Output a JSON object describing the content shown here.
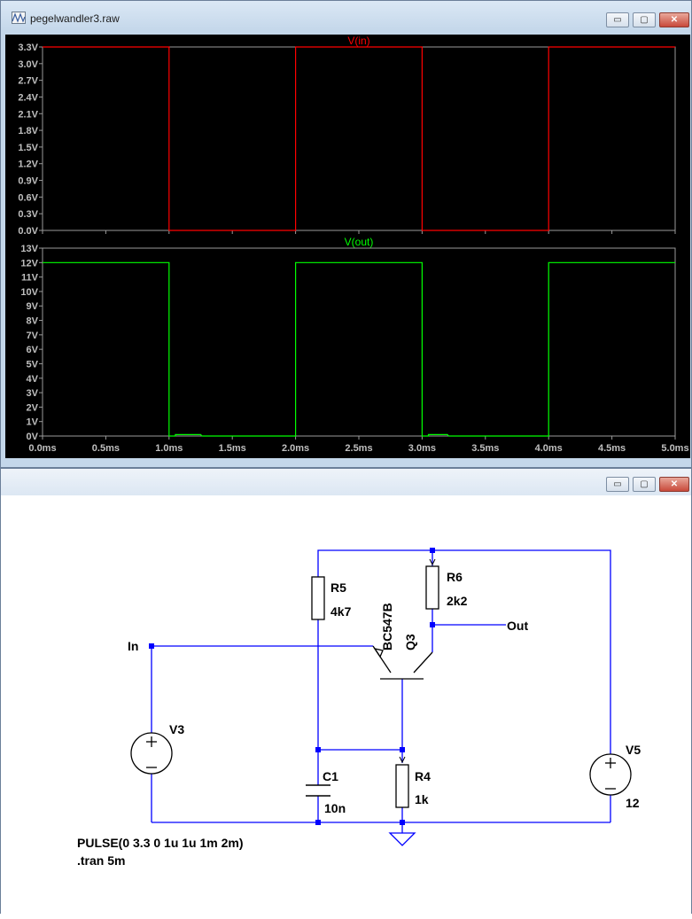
{
  "plot_window": {
    "title": "pegelwandler3.raw",
    "controls": {
      "minimize": "▭",
      "maximize": "▢",
      "close": "✕"
    }
  },
  "schematic_window": {
    "controls": {
      "minimize": "▭",
      "maximize": "▢",
      "close": "✕"
    }
  },
  "colors": {
    "vin_trace": "#ff0000",
    "vout_trace": "#00ff00",
    "grid": "#9a9a9a",
    "wire": "#0000ff",
    "component": "#000000",
    "junction": "#0000ff"
  },
  "chart_data": [
    {
      "type": "line",
      "title": "V(in)",
      "ylim": [
        0,
        3.3
      ],
      "xlim": [
        0,
        5.0
      ],
      "y_ticks": [
        "0.0V",
        "0.3V",
        "0.6V",
        "0.9V",
        "1.2V",
        "1.5V",
        "1.8V",
        "2.1V",
        "2.4V",
        "2.7V",
        "3.0V",
        "3.3V"
      ],
      "x_ticks": [
        "0.0ms",
        "0.5ms",
        "1.0ms",
        "1.5ms",
        "2.0ms",
        "2.5ms",
        "3.0ms",
        "3.5ms",
        "4.0ms",
        "4.5ms",
        "5.0ms"
      ],
      "series": [
        {
          "name": "V(in)",
          "color": "#ff0000",
          "x": [
            0,
            1.0,
            1.0,
            2.0,
            2.0,
            3.0,
            3.0,
            4.0,
            4.0,
            5.0
          ],
          "y": [
            3.3,
            3.3,
            0,
            0,
            3.3,
            3.3,
            0,
            0,
            3.3,
            3.3
          ]
        }
      ]
    },
    {
      "type": "line",
      "title": "V(out)",
      "ylim": [
        0,
        13
      ],
      "xlim": [
        0,
        5.0
      ],
      "y_ticks": [
        "0V",
        "1V",
        "2V",
        "3V",
        "4V",
        "5V",
        "6V",
        "7V",
        "8V",
        "9V",
        "10V",
        "11V",
        "12V",
        "13V"
      ],
      "x_ticks": [
        "0.0ms",
        "0.5ms",
        "1.0ms",
        "1.5ms",
        "2.0ms",
        "2.5ms",
        "3.0ms",
        "3.5ms",
        "4.0ms",
        "4.5ms",
        "5.0ms"
      ],
      "series": [
        {
          "name": "V(out)",
          "color": "#00ff00",
          "x": [
            0,
            1.0,
            1.0,
            1.05,
            1.05,
            1.25,
            1.26,
            2.0,
            2.0,
            3.0,
            3.0,
            3.05,
            3.05,
            3.2,
            3.21,
            4.0,
            4.0,
            5.0
          ],
          "y": [
            12,
            12,
            0,
            0,
            0.1,
            0.1,
            0,
            0,
            12,
            12,
            0,
            0,
            0.1,
            0.1,
            0,
            0,
            12,
            12
          ]
        }
      ]
    }
  ],
  "schematic": {
    "r5": {
      "name": "R5",
      "value": "4k7"
    },
    "r6": {
      "name": "R6",
      "value": "2k2"
    },
    "r4": {
      "name": "R4",
      "value": "1k"
    },
    "c1": {
      "name": "C1",
      "value": "10n"
    },
    "q3": {
      "name": "Q3",
      "model": "BC547B"
    },
    "v3": {
      "name": "V3"
    },
    "v5": {
      "name": "V5",
      "value": "12"
    },
    "label_in": "In",
    "label_out": "Out",
    "directive_pulse": "PULSE(0 3.3 0 1u 1u 1m 2m)",
    "directive_tran": ".tran 5m"
  }
}
